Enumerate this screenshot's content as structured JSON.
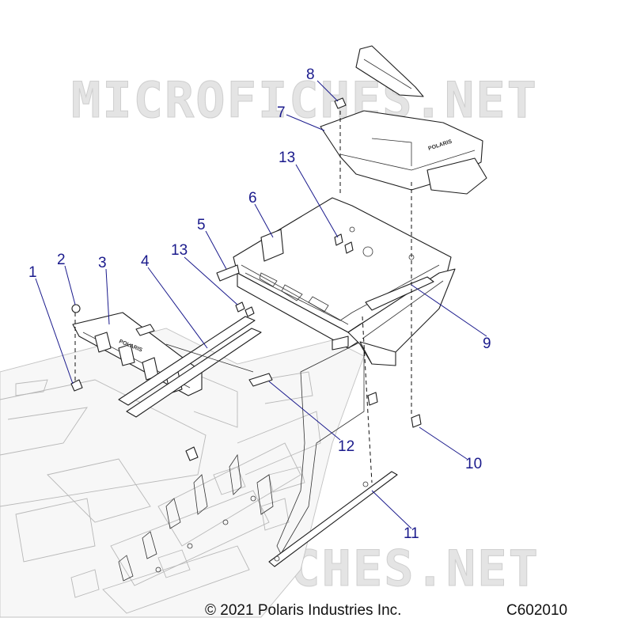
{
  "watermark": "MICROFICHES.NET",
  "callouts": [
    "1",
    "2",
    "3",
    "4",
    "5",
    "13",
    "6",
    "13",
    "8",
    "7",
    "9",
    "10",
    "11",
    "12"
  ],
  "brand_mark": "POLARIS",
  "copyright": "© 2021 Polaris Industries Inc.",
  "figure_code": "C602010",
  "colors": {
    "callout": "#1a1a8c",
    "line": "#1e1e1e",
    "ghost": "#b8b8b8",
    "watermark": "#e4e4e4"
  }
}
